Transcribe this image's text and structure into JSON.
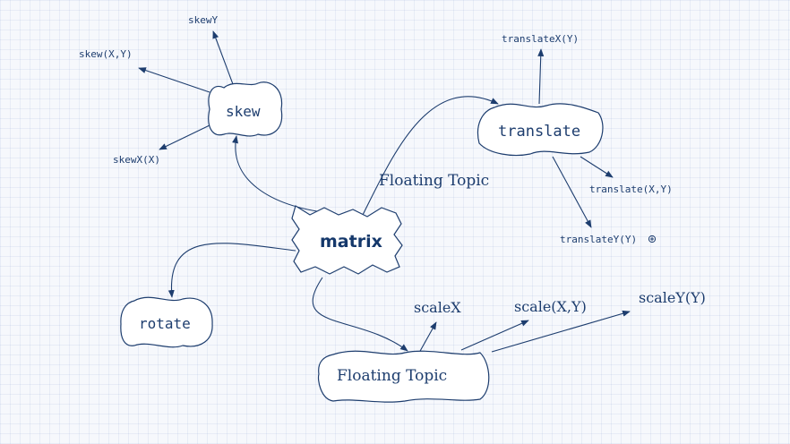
{
  "central": {
    "label": "matrix"
  },
  "topics": {
    "skew": "skew",
    "translate": "translate",
    "rotate": "rotate",
    "scale_group": "Floating Topic"
  },
  "floating": {
    "label": "Floating Topic"
  },
  "subtopics": {
    "skewY": "skewY",
    "skewXY": "skew(X,Y)",
    "skewX": "skewX(X)",
    "translateXY_top": "translateX(Y)",
    "translateXY": "translate(X,Y)",
    "translateY": "translateY(Y)",
    "scaleX": "scaleX",
    "scaleXY": "scale(X,Y)",
    "scaleY": "scaleY(Y)"
  },
  "colors": {
    "stroke": "#1d3d6e",
    "node_fill": "#ffffff",
    "grid": "#dbe3f0"
  },
  "icons": {
    "add": "plus-circle-icon"
  }
}
